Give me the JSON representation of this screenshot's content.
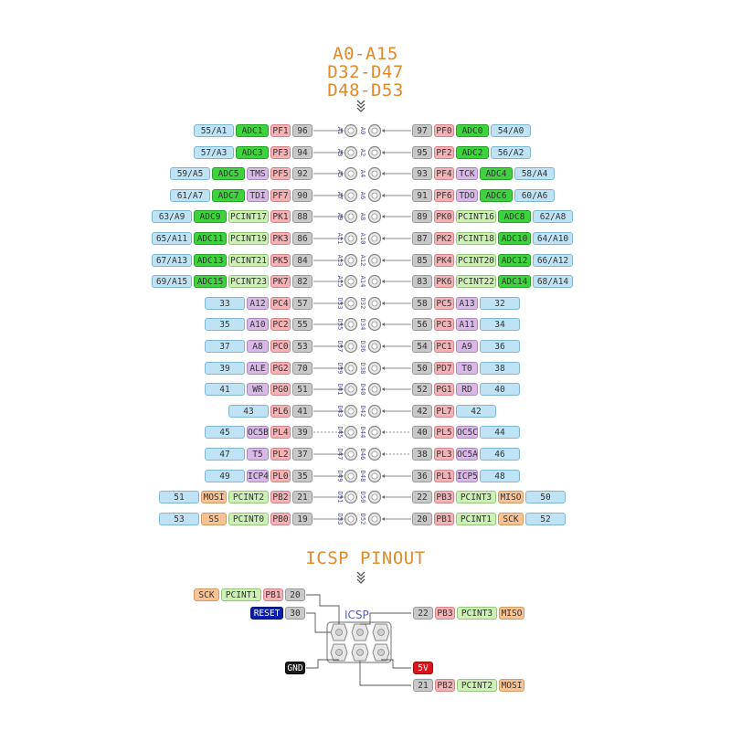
{
  "title_lines": [
    "A0-A15",
    "D32-D47",
    "D48-D53"
  ],
  "icsp_title": "ICSP PINOUT",
  "icsp_label": "ICSP",
  "header_rows": [
    {
      "left": [
        {
          "t": "pnum",
          "v": "55/A1"
        },
        {
          "t": "adc",
          "v": "ADC1"
        },
        {
          "t": "port",
          "v": "PF1"
        },
        {
          "t": "ard",
          "v": "96"
        }
      ],
      "pin_l": "A1",
      "pin_r": "A0",
      "right": [
        {
          "t": "ard",
          "v": "97"
        },
        {
          "t": "port",
          "v": "PF0"
        },
        {
          "t": "adc",
          "v": "ADC0"
        },
        {
          "t": "pnum",
          "v": "54/A0"
        }
      ]
    },
    {
      "left": [
        {
          "t": "pnum",
          "v": "57/A3"
        },
        {
          "t": "adc",
          "v": "ADC3"
        },
        {
          "t": "port",
          "v": "PF3"
        },
        {
          "t": "ard",
          "v": "94"
        }
      ],
      "pin_l": "A3",
      "pin_r": "A2",
      "right": [
        {
          "t": "ard",
          "v": "95"
        },
        {
          "t": "port",
          "v": "PF2"
        },
        {
          "t": "adc",
          "v": "ADC2"
        },
        {
          "t": "pnum",
          "v": "56/A2"
        }
      ]
    },
    {
      "left": [
        {
          "t": "pnum",
          "v": "59/A5"
        },
        {
          "t": "adc",
          "v": "ADC5"
        },
        {
          "t": "func",
          "v": "TMS"
        },
        {
          "t": "port",
          "v": "PF5"
        },
        {
          "t": "ard",
          "v": "92"
        }
      ],
      "pin_l": "A5",
      "pin_r": "A4",
      "right": [
        {
          "t": "ard",
          "v": "93"
        },
        {
          "t": "port",
          "v": "PF4"
        },
        {
          "t": "func",
          "v": "TCK"
        },
        {
          "t": "adc",
          "v": "ADC4"
        },
        {
          "t": "pnum",
          "v": "58/A4"
        }
      ]
    },
    {
      "left": [
        {
          "t": "pnum",
          "v": "61/A7"
        },
        {
          "t": "adc",
          "v": "ADC7"
        },
        {
          "t": "func",
          "v": "TDI"
        },
        {
          "t": "port",
          "v": "PF7"
        },
        {
          "t": "ard",
          "v": "90"
        }
      ],
      "pin_l": "A7",
      "pin_r": "A6",
      "right": [
        {
          "t": "ard",
          "v": "91"
        },
        {
          "t": "port",
          "v": "PF6"
        },
        {
          "t": "func",
          "v": "TDO"
        },
        {
          "t": "adc",
          "v": "ADC6"
        },
        {
          "t": "pnum",
          "v": "60/A6"
        }
      ]
    },
    {
      "left": [
        {
          "t": "pnum",
          "v": "63/A9"
        },
        {
          "t": "adc",
          "v": "ADC9"
        },
        {
          "t": "pcint",
          "v": "PCINT17"
        },
        {
          "t": "port",
          "v": "PK1"
        },
        {
          "t": "ard",
          "v": "88"
        }
      ],
      "pin_l": "A9",
      "pin_r": "A8",
      "right": [
        {
          "t": "ard",
          "v": "89"
        },
        {
          "t": "port",
          "v": "PK0"
        },
        {
          "t": "pcint",
          "v": "PCINT16"
        },
        {
          "t": "adc",
          "v": "ADC8"
        },
        {
          "t": "pnum",
          "v": "62/A8"
        }
      ]
    },
    {
      "left": [
        {
          "t": "pnum",
          "v": "65/A11"
        },
        {
          "t": "adc",
          "v": "ADC11"
        },
        {
          "t": "pcint",
          "v": "PCINT19"
        },
        {
          "t": "port",
          "v": "PK3"
        },
        {
          "t": "ard",
          "v": "86"
        }
      ],
      "pin_l": "A11",
      "pin_r": "A10",
      "right": [
        {
          "t": "ard",
          "v": "87"
        },
        {
          "t": "port",
          "v": "PK2"
        },
        {
          "t": "pcint",
          "v": "PCINT18"
        },
        {
          "t": "adc",
          "v": "ADC10"
        },
        {
          "t": "pnum",
          "v": "64/A10"
        }
      ]
    },
    {
      "left": [
        {
          "t": "pnum",
          "v": "67/A13"
        },
        {
          "t": "adc",
          "v": "ADC13"
        },
        {
          "t": "pcint",
          "v": "PCINT21"
        },
        {
          "t": "port",
          "v": "PK5"
        },
        {
          "t": "ard",
          "v": "84"
        }
      ],
      "pin_l": "A13",
      "pin_r": "A12",
      "right": [
        {
          "t": "ard",
          "v": "85"
        },
        {
          "t": "port",
          "v": "PK4"
        },
        {
          "t": "pcint",
          "v": "PCINT20"
        },
        {
          "t": "adc",
          "v": "ADC12"
        },
        {
          "t": "pnum",
          "v": "66/A12"
        }
      ]
    },
    {
      "left": [
        {
          "t": "pnum",
          "v": "69/A15"
        },
        {
          "t": "adc",
          "v": "ADC15"
        },
        {
          "t": "pcint",
          "v": "PCINT23"
        },
        {
          "t": "port",
          "v": "PK7"
        },
        {
          "t": "ard",
          "v": "82"
        }
      ],
      "pin_l": "A15",
      "pin_r": "A14",
      "right": [
        {
          "t": "ard",
          "v": "83"
        },
        {
          "t": "port",
          "v": "PK6"
        },
        {
          "t": "pcint",
          "v": "PCINT22"
        },
        {
          "t": "adc",
          "v": "ADC14"
        },
        {
          "t": "pnum",
          "v": "68/A14"
        }
      ]
    },
    {
      "left": [
        {
          "t": "pnum",
          "v": "33"
        },
        {
          "t": "func",
          "v": "A12"
        },
        {
          "t": "port",
          "v": "PC4"
        },
        {
          "t": "ard",
          "v": "57"
        }
      ],
      "pin_l": "D33",
      "pin_r": "D32",
      "right": [
        {
          "t": "ard",
          "v": "58"
        },
        {
          "t": "port",
          "v": "PC5"
        },
        {
          "t": "func",
          "v": "A13"
        },
        {
          "t": "pnum",
          "v": "32"
        }
      ]
    },
    {
      "left": [
        {
          "t": "pnum",
          "v": "35"
        },
        {
          "t": "func",
          "v": "A10"
        },
        {
          "t": "port",
          "v": "PC2"
        },
        {
          "t": "ard",
          "v": "55"
        }
      ],
      "pin_l": "D35",
      "pin_r": "D34",
      "right": [
        {
          "t": "ard",
          "v": "56"
        },
        {
          "t": "port",
          "v": "PC3"
        },
        {
          "t": "func",
          "v": "A11"
        },
        {
          "t": "pnum",
          "v": "34"
        }
      ]
    },
    {
      "left": [
        {
          "t": "pnum",
          "v": "37"
        },
        {
          "t": "func",
          "v": "A8"
        },
        {
          "t": "port",
          "v": "PC0"
        },
        {
          "t": "ard",
          "v": "53"
        }
      ],
      "pin_l": "D37",
      "pin_r": "D36",
      "right": [
        {
          "t": "ard",
          "v": "54"
        },
        {
          "t": "port",
          "v": "PC1"
        },
        {
          "t": "func",
          "v": "A9"
        },
        {
          "t": "pnum",
          "v": "36"
        }
      ]
    },
    {
      "left": [
        {
          "t": "pnum",
          "v": "39"
        },
        {
          "t": "func",
          "v": "ALE"
        },
        {
          "t": "port",
          "v": "PG2"
        },
        {
          "t": "ard",
          "v": "70"
        }
      ],
      "pin_l": "D39",
      "pin_r": "D38",
      "right": [
        {
          "t": "ard",
          "v": "50"
        },
        {
          "t": "port",
          "v": "PD7"
        },
        {
          "t": "func",
          "v": "T0"
        },
        {
          "t": "pnum",
          "v": "38"
        }
      ]
    },
    {
      "left": [
        {
          "t": "pnum",
          "v": "41"
        },
        {
          "t": "func",
          "v": "WR"
        },
        {
          "t": "port",
          "v": "PG0"
        },
        {
          "t": "ard",
          "v": "51"
        }
      ],
      "pin_l": "D41",
      "pin_r": "D40",
      "right": [
        {
          "t": "ard",
          "v": "52"
        },
        {
          "t": "port",
          "v": "PG1"
        },
        {
          "t": "func",
          "v": "RD"
        },
        {
          "t": "pnum",
          "v": "40"
        }
      ]
    },
    {
      "left": [
        {
          "t": "pnum",
          "v": "43"
        },
        {
          "t": "port",
          "v": "PL6"
        },
        {
          "t": "ard",
          "v": "41"
        }
      ],
      "pin_l": "D43",
      "pin_r": "D42",
      "right": [
        {
          "t": "ard",
          "v": "42"
        },
        {
          "t": "port",
          "v": "PL7"
        },
        {
          "t": "pnum",
          "v": "42"
        }
      ]
    },
    {
      "left": [
        {
          "t": "pnum",
          "v": "45"
        },
        {
          "t": "func",
          "v": "OC5B"
        },
        {
          "t": "port",
          "v": "PL4"
        },
        {
          "t": "ard",
          "v": "39"
        }
      ],
      "pin_l": "D45",
      "pin_r": "D44",
      "pwm": true,
      "right": [
        {
          "t": "ard",
          "v": "40"
        },
        {
          "t": "port",
          "v": "PL5"
        },
        {
          "t": "func",
          "v": "OC5C"
        },
        {
          "t": "pnum",
          "v": "44"
        }
      ]
    },
    {
      "left": [
        {
          "t": "pnum",
          "v": "47"
        },
        {
          "t": "func",
          "v": "T5"
        },
        {
          "t": "port",
          "v": "PL2"
        },
        {
          "t": "ard",
          "v": "37"
        }
      ],
      "pin_l": "D47",
      "pin_r": "D46",
      "pwm_r": true,
      "right": [
        {
          "t": "ard",
          "v": "38"
        },
        {
          "t": "port",
          "v": "PL3"
        },
        {
          "t": "func",
          "v": "OC5A"
        },
        {
          "t": "pnum",
          "v": "46"
        }
      ]
    },
    {
      "left": [
        {
          "t": "pnum",
          "v": "49"
        },
        {
          "t": "func",
          "v": "ICP4"
        },
        {
          "t": "port",
          "v": "PL0"
        },
        {
          "t": "ard",
          "v": "35"
        }
      ],
      "pin_l": "D49",
      "pin_r": "D48",
      "right": [
        {
          "t": "ard",
          "v": "36"
        },
        {
          "t": "port",
          "v": "PL1"
        },
        {
          "t": "func",
          "v": "ICP5"
        },
        {
          "t": "pnum",
          "v": "48"
        }
      ]
    },
    {
      "left": [
        {
          "t": "pnum",
          "v": "51"
        },
        {
          "t": "spi",
          "v": "MOSI"
        },
        {
          "t": "pcint",
          "v": "PCINT2"
        },
        {
          "t": "port",
          "v": "PB2"
        },
        {
          "t": "ard",
          "v": "21"
        }
      ],
      "pin_l": "D51",
      "pin_r": "D50",
      "right": [
        {
          "t": "ard",
          "v": "22"
        },
        {
          "t": "port",
          "v": "PB3"
        },
        {
          "t": "pcint",
          "v": "PCINT3"
        },
        {
          "t": "spi",
          "v": "MISO"
        },
        {
          "t": "pnum",
          "v": "50"
        }
      ]
    },
    {
      "left": [
        {
          "t": "pnum",
          "v": "53"
        },
        {
          "t": "spi",
          "v": "SS"
        },
        {
          "t": "pcint",
          "v": "PCINT0"
        },
        {
          "t": "port",
          "v": "PB0"
        },
        {
          "t": "ard",
          "v": "19"
        }
      ],
      "pin_l": "D53",
      "pin_r": "D52",
      "right": [
        {
          "t": "ard",
          "v": "20"
        },
        {
          "t": "port",
          "v": "PB1"
        },
        {
          "t": "pcint",
          "v": "PCINT1"
        },
        {
          "t": "spi",
          "v": "SCK"
        },
        {
          "t": "pnum",
          "v": "52"
        }
      ]
    }
  ],
  "icsp_left": [
    [
      {
        "t": "spi",
        "v": "SCK"
      },
      {
        "t": "pcint",
        "v": "PCINT1"
      },
      {
        "t": "port",
        "v": "PB1"
      },
      {
        "t": "ard",
        "v": "20"
      }
    ],
    [
      {
        "t": "reset",
        "v": "RESET"
      },
      {
        "t": "ard",
        "v": "30"
      }
    ],
    [
      {
        "t": "gnd",
        "v": "GND"
      }
    ]
  ],
  "icsp_right": [
    [
      {
        "t": "ard",
        "v": "22"
      },
      {
        "t": "port",
        "v": "PB3"
      },
      {
        "t": "pcint",
        "v": "PCINT3"
      },
      {
        "t": "spi",
        "v": "MISO"
      }
    ],
    [
      {
        "t": "5v",
        "v": "5V"
      }
    ],
    [
      {
        "t": "ard",
        "v": "21"
      },
      {
        "t": "port",
        "v": "PB2"
      },
      {
        "t": "pcint",
        "v": "PCINT2"
      },
      {
        "t": "spi",
        "v": "MOSI"
      }
    ]
  ]
}
